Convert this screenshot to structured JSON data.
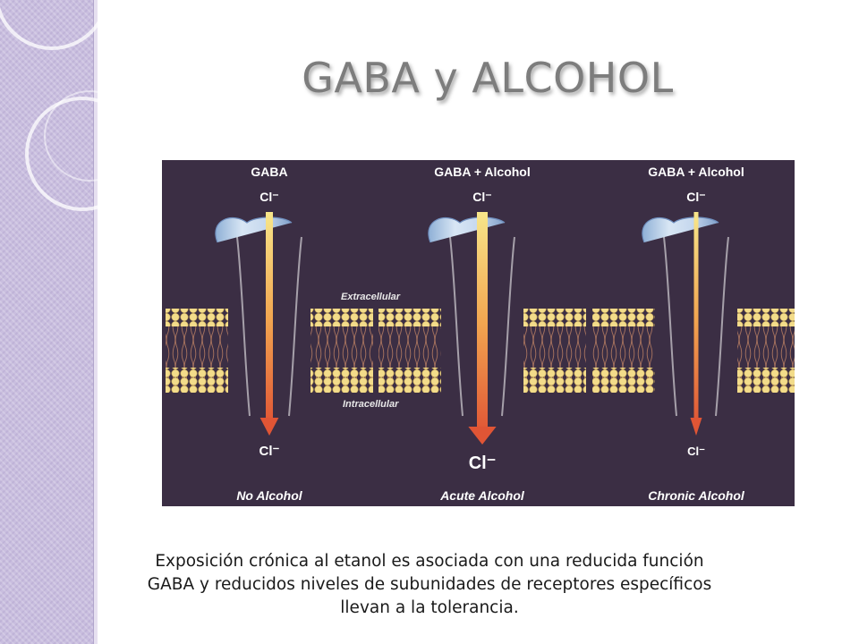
{
  "slide": {
    "title": "GABA y ALCOHOL",
    "caption": "Exposición crónica al etanol es asociada con una reducida función GABA y reducidos niveles de subunidades de receptores específicos llevan a la tolerancia."
  },
  "figure": {
    "colors": {
      "background": "#3b2e44",
      "channel": "#b9d0e8",
      "lipid_head": "#f3dc8a",
      "arrow_top": "#f7e68a",
      "arrow_bottom": "#e05535"
    },
    "labels": {
      "extracellular": "Extracellular",
      "intracellular": "Intracellular"
    },
    "panels": [
      {
        "top_label": "GABA",
        "ion_in": "Cl⁻",
        "ion_out": "Cl⁻",
        "bottom_label": "No Alcohol",
        "flow": "normal"
      },
      {
        "top_label": "GABA + Alcohol",
        "ion_in": "Cl⁻",
        "ion_out": "Cl⁻",
        "bottom_label": "Acute Alcohol",
        "flow": "increased"
      },
      {
        "top_label": "GABA + Alcohol",
        "ion_in": "Cl⁻",
        "ion_out": "Cl⁻",
        "bottom_label": "Chronic Alcohol",
        "flow": "reduced"
      }
    ]
  }
}
